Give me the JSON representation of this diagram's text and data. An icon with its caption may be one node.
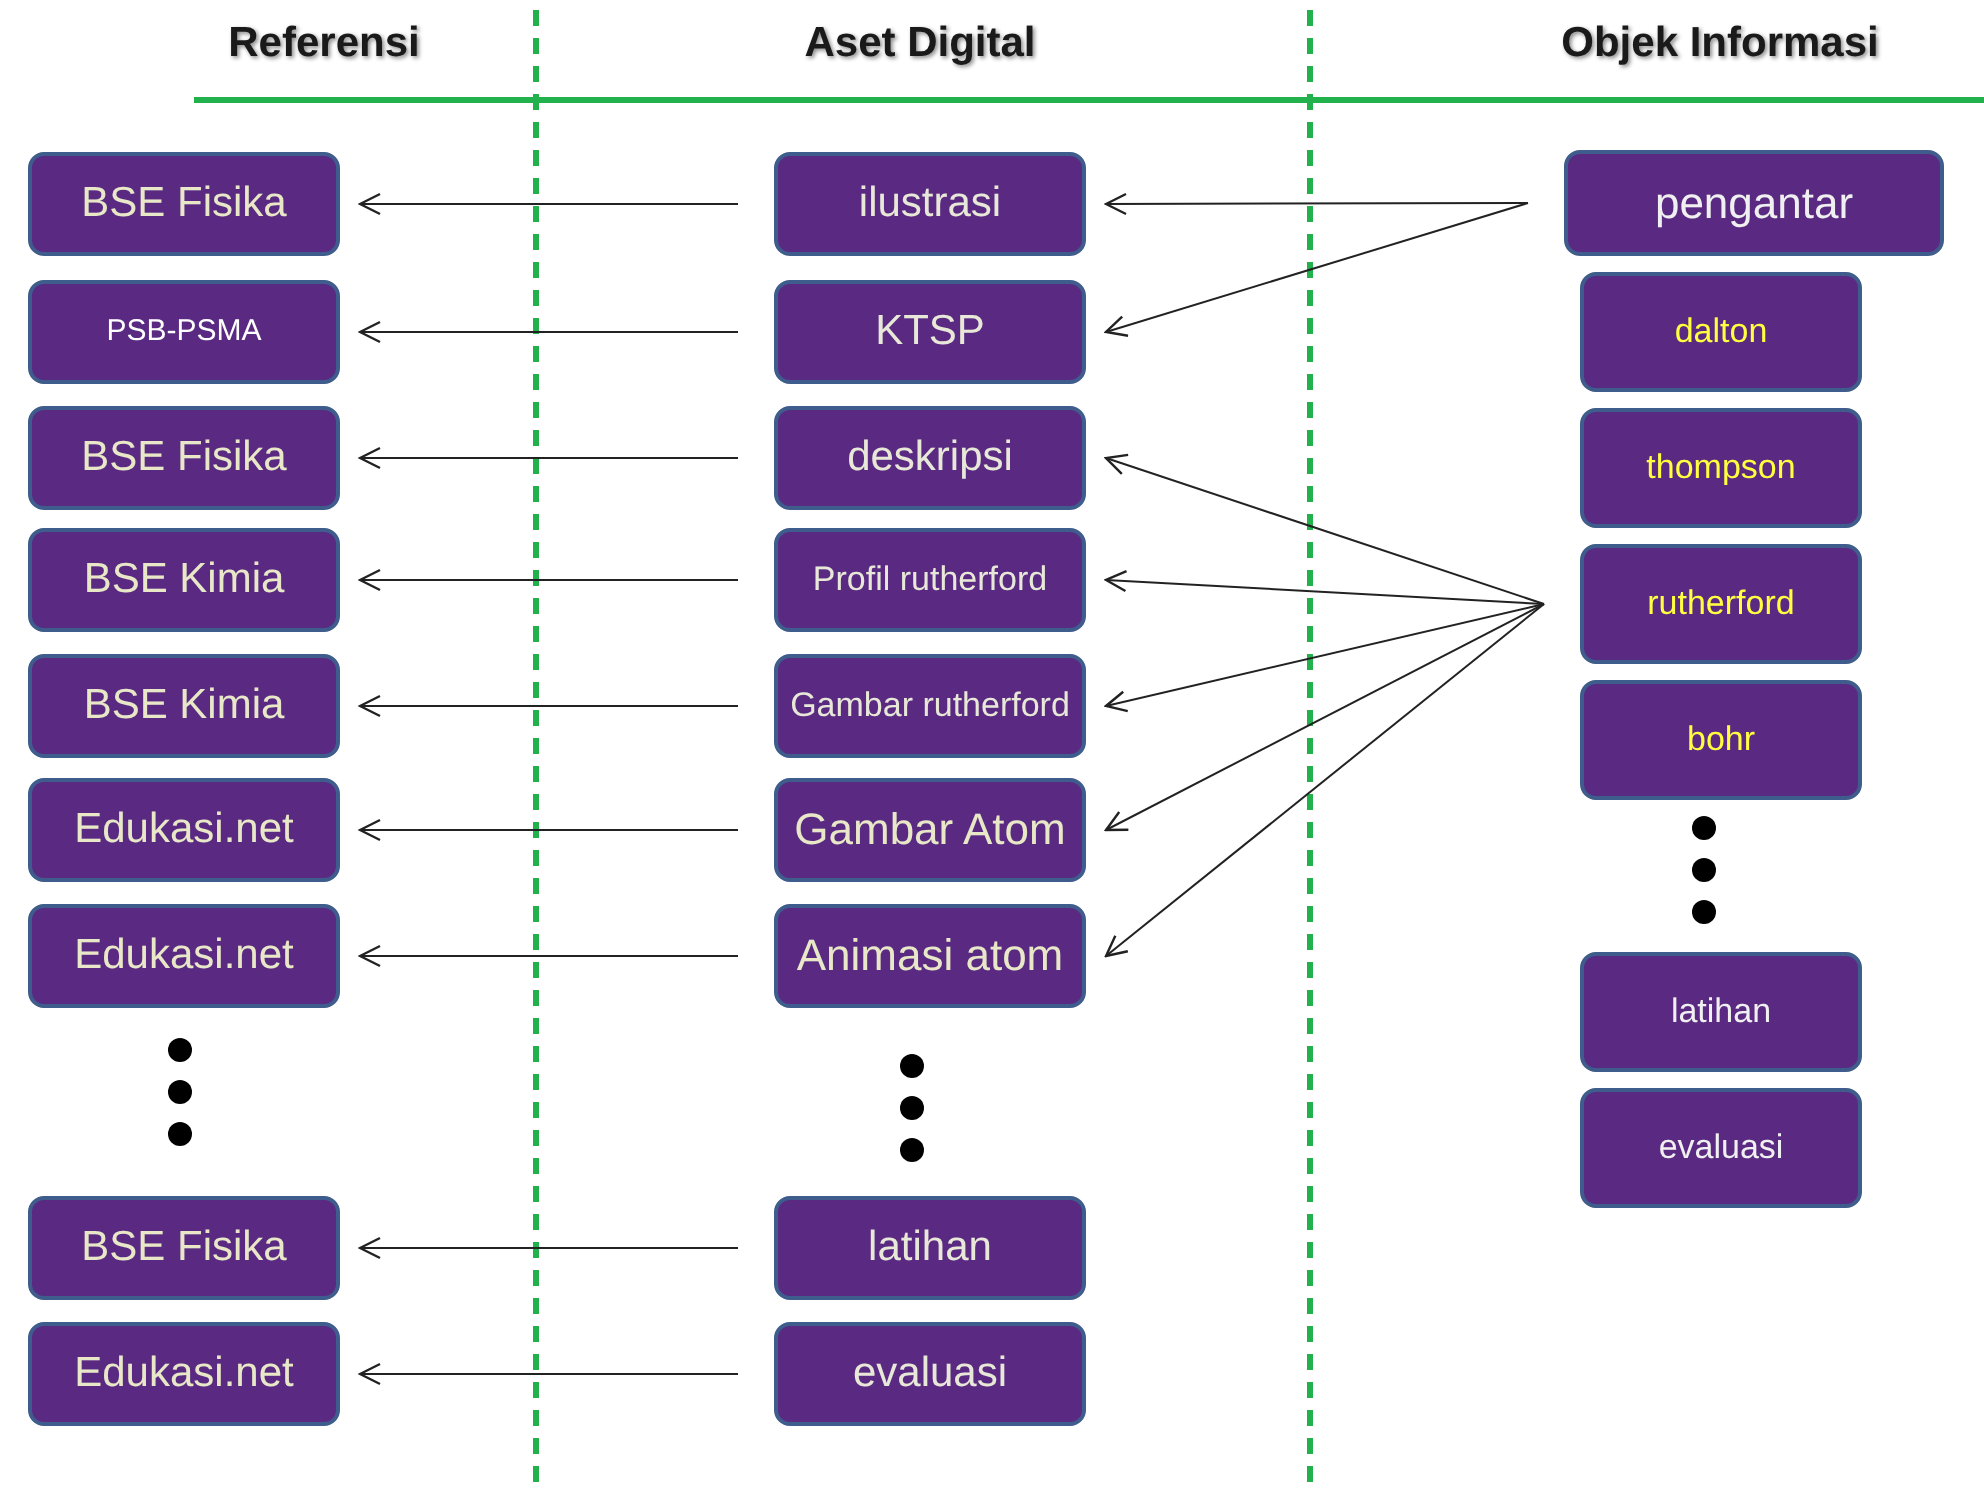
{
  "diagram": {
    "nodes": [
      {
        "text": [
          "BSE Fisika"
        ]
      },
      {
        "text": [
          "PSB-PSMA"
        ]
      },
      {
        "text": [
          "BSE Fisika"
        ]
      },
      {
        "text": [
          "BSE Kimia"
        ]
      },
      {
        "text": [
          "BSE Kimia"
        ]
      },
      {
        "text": [
          "Edukasi.net"
        ]
      },
      {
        "text": [
          "Edukasi.net"
        ]
      },
      {
        "text": [
          "BSE Fisika"
        ]
      },
      {
        "text": [
          "Edukasi.net"
        ]
      },
      {
        "text": [
          "ilustrasi"
        ]
      },
      {
        "text": [
          "KTSP"
        ]
      },
      {
        "text": [
          "deskripsi"
        ]
      },
      {
        "text": [
          "Profil rutherford"
        ]
      },
      {
        "text": [
          "Gambar rutherford"
        ]
      },
      {
        "text": [
          "Gambar Atom"
        ]
      },
      {
        "text": [
          "Animasi atom"
        ]
      },
      {
        "text": [
          "latihan"
        ]
      },
      {
        "text": [
          "evaluasi"
        ]
      },
      {
        "text": [
          "pengantar"
        ]
      },
      {
        "text": [
          "dalton"
        ]
      },
      {
        "text": [
          "thompson"
        ]
      },
      {
        "text": [
          "rutherford"
        ]
      },
      {
        "text": [
          "bohr"
        ]
      },
      {
        "text": [
          "latihan"
        ]
      },
      {
        "text": [
          "evaluasi"
        ]
      }
    ],
    "edges": [
      {
        "from": 9,
        "to": 0,
        "arrow": "to"
      },
      {
        "from": 10,
        "to": 1,
        "arrow": "to"
      },
      {
        "from": 11,
        "to": 2,
        "arrow": "to"
      },
      {
        "from": 12,
        "to": 3,
        "arrow": "to"
      },
      {
        "from": 13,
        "to": 4,
        "arrow": "to"
      },
      {
        "from": 14,
        "to": 5,
        "arrow": "to"
      },
      {
        "from": 15,
        "to": 6,
        "arrow": "to"
      },
      {
        "from": 16,
        "to": 7,
        "arrow": "to"
      },
      {
        "from": 17,
        "to": 8,
        "arrow": "to"
      },
      {
        "from": 18,
        "to": 9,
        "arrow": "to"
      },
      {
        "from": 18,
        "to": 10,
        "arrow": "to"
      },
      {
        "from": 21,
        "to": 11,
        "arrow": "to"
      },
      {
        "from": 21,
        "to": 12,
        "arrow": "to"
      },
      {
        "from": 21,
        "to": 13,
        "arrow": "to"
      },
      {
        "from": 21,
        "to": 14,
        "arrow": "to"
      },
      {
        "from": 21,
        "to": 15,
        "arrow": "to"
      }
    ],
    "labels": [
      "Referensi",
      "Aset Digital",
      "Objek Informasi"
    ]
  }
}
